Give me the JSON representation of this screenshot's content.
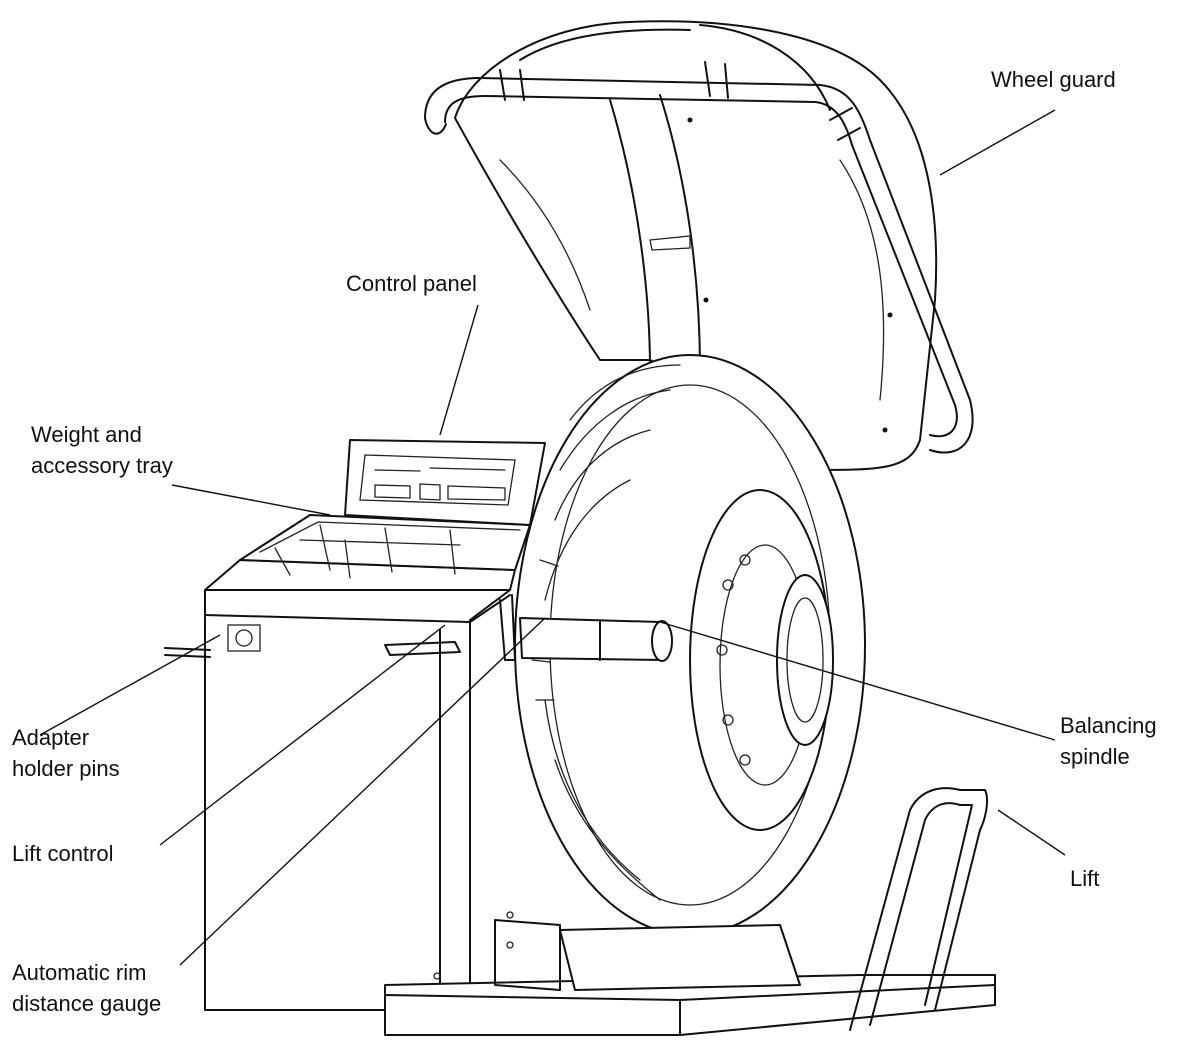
{
  "labels": {
    "wheel_guard": "Wheel guard",
    "control_panel": "Control panel",
    "tray_line1": "Weight and",
    "tray_line2": "accessory tray",
    "adapter_line1": "Adapter",
    "adapter_line2": "holder pins",
    "lift_control": "Lift control",
    "gauge_line1": "Automatic rim",
    "gauge_line2": "distance gauge",
    "spindle_line1": "Balancing",
    "spindle_line2": "spindle",
    "lift": "Lift"
  },
  "colors": {
    "ink": "#111111",
    "background": "#ffffff"
  }
}
